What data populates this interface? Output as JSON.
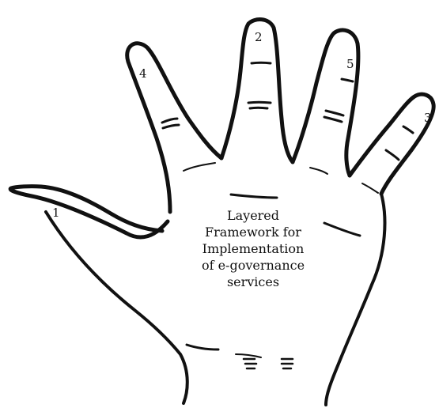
{
  "finger_labels": {
    "thumb": "1",
    "middle": "2",
    "pinky": "3",
    "index": "4",
    "ring": "5"
  },
  "center_text": {
    "line1": "Layered",
    "line2": "Framework for",
    "line3": "Implementation",
    "line4": "of e-governance",
    "line5": "services"
  },
  "colors": {
    "ink": "#111111",
    "background": "#ffffff"
  }
}
